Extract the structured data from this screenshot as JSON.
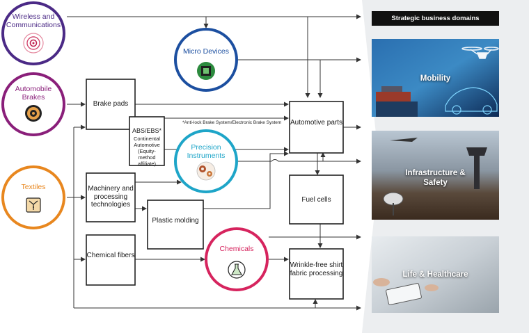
{
  "circles": {
    "wireless": {
      "label": "Wireless and Communications",
      "color": "#4b2a86",
      "icon": "wireless-signal-icon"
    },
    "brakes": {
      "label": "Automobile Brakes",
      "color": "#8a1f7a",
      "icon": "brake-disc-icon"
    },
    "textiles": {
      "label": "Textiles",
      "color": "#e8871f",
      "icon": "textile-shirt-icon"
    },
    "micro": {
      "label": "Micro Devices",
      "color": "#1c4fa0",
      "icon": "microchip-icon"
    },
    "precision": {
      "label": "Precision Instruments",
      "color": "#1ea5c8",
      "icon": "gears-icon"
    },
    "chemicals": {
      "label": "Chemicals",
      "color": "#d6245e",
      "icon": "flask-icon"
    }
  },
  "boxes": {
    "brake_pads": "Brake pads",
    "abs_ebs": "ABS/EBS*",
    "continental": "Continental Automotive (Equity-method affiliate)",
    "machinery": "Machinery and processing technologies",
    "chemical_fibers": "Chemical fibers",
    "plastic": "Plastic molding",
    "automotive_parts": "Automotive parts",
    "fuel_cells": "Fuel cells",
    "wrinkle_free": "Wrinkle-free shirt fabric processing"
  },
  "note": "*Anti-lock Brake System/Electronic Brake System",
  "domains": {
    "header": "Strategic business domains",
    "mobility": "Mobility",
    "infrastructure": "Infrastructure & Safety",
    "life": "Life & Healthcare"
  }
}
